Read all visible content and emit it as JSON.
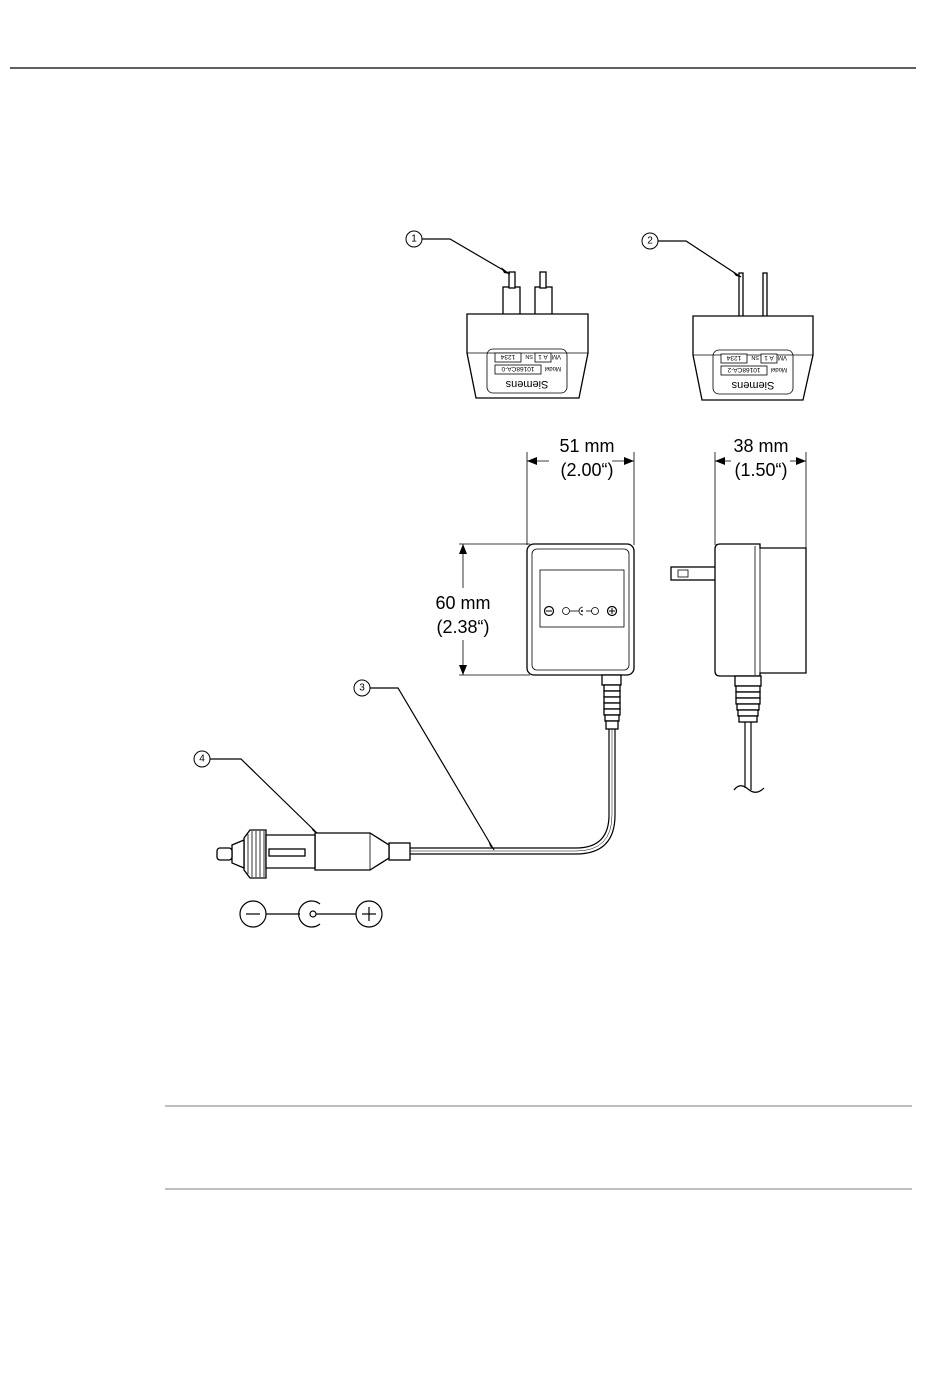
{
  "callouts": [
    "1",
    "2",
    "3",
    "4"
  ],
  "dimensions": {
    "width_front": {
      "mm": "51 mm",
      "in": "(2.00“)"
    },
    "width_side": {
      "mm": "38 mm",
      "in": "(1.50“)"
    },
    "height": {
      "mm": "60 mm",
      "in": "(2.38“)"
    }
  },
  "adapter_labels": {
    "brand": "Siemens",
    "model_prefix": "Model",
    "model_1": "10168CA-0",
    "model_2": "10168CA-2",
    "vm_prefix": "VM",
    "vm_value": "A 1",
    "sn_prefix": "SN",
    "sn_value": "1234"
  },
  "polarity": {
    "negative": "−",
    "positive": "+"
  }
}
